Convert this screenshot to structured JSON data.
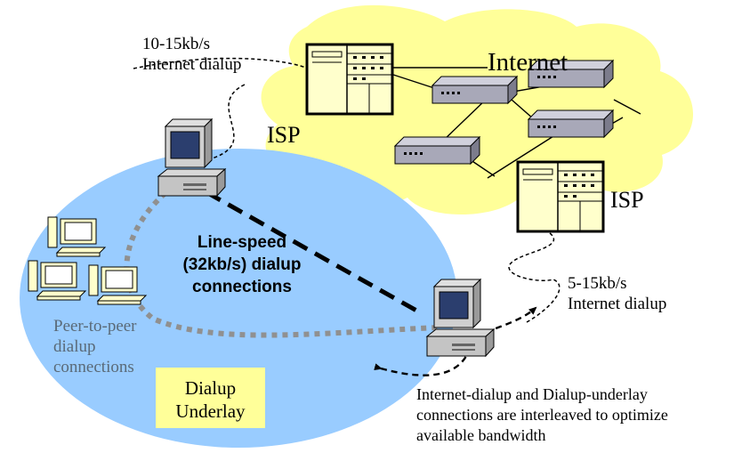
{
  "labels": {
    "dialup_left": "10-15kb/s\nInternet dialup",
    "internet": "Internet",
    "isp_top": "ISP",
    "isp_right": "ISP",
    "line_speed": "Line-speed\n(32kb/s) dialup\nconnections",
    "dialup_right": "5-15kb/s\nInternet dialup",
    "peer_to_peer": "Peer-to-peer\ndialup\nconnections",
    "underlay_box": "Dialup\nUnderlay",
    "interleave_note": "Internet-dialup and Dialup-underlay\nconnections are interleaved to optimize\navailable bandwidth"
  },
  "colors": {
    "cloud_fill": "#ffff99",
    "underlay_ellipse": "#99ccff",
    "underlay_box": "#ffff99",
    "server_fill": "#ffffcc",
    "router_fill": "#a8a8b8",
    "p2p_dotted_line": "#909090",
    "peer_text": "#5a6a78"
  },
  "icons": [
    "server-icon",
    "router-icon",
    "desktop-computer-icon",
    "small-computer-icon"
  ]
}
